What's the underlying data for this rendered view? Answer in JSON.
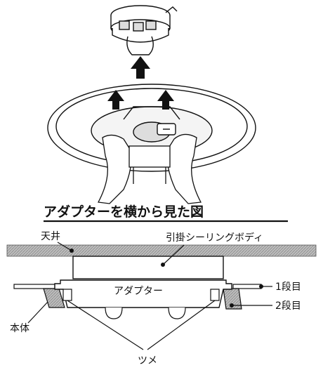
{
  "diagram": {
    "title": "アダプターを横から見た図",
    "labels": {
      "ceiling": "天井",
      "body_hook": "引掛シーリングボディ",
      "adapter": "アダプター",
      "stage1": "1段目",
      "stage2": "2段目",
      "main_body": "本体",
      "tabs": "ツメ"
    }
  }
}
